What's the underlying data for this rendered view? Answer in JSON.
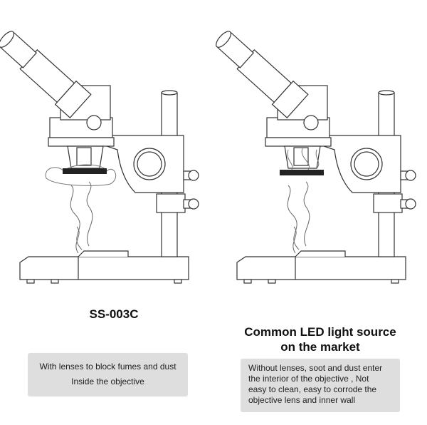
{
  "left": {
    "title": "SS-003C",
    "note_lines": [
      "With lenses to block fumes and dust",
      "Inside the objective"
    ],
    "has_lens": true
  },
  "right": {
    "title_lines": [
      "Common LED light source",
      "on the market"
    ],
    "note_lines": [
      "Without lenses, soot and dust enter",
      "the interior of the objective , Not",
      "easy to clean, easy to corrode the",
      "objective lens and inner wall"
    ],
    "has_lens": false
  },
  "colors": {
    "box": "#dedede",
    "line": "#333333",
    "lens": "#222222"
  }
}
